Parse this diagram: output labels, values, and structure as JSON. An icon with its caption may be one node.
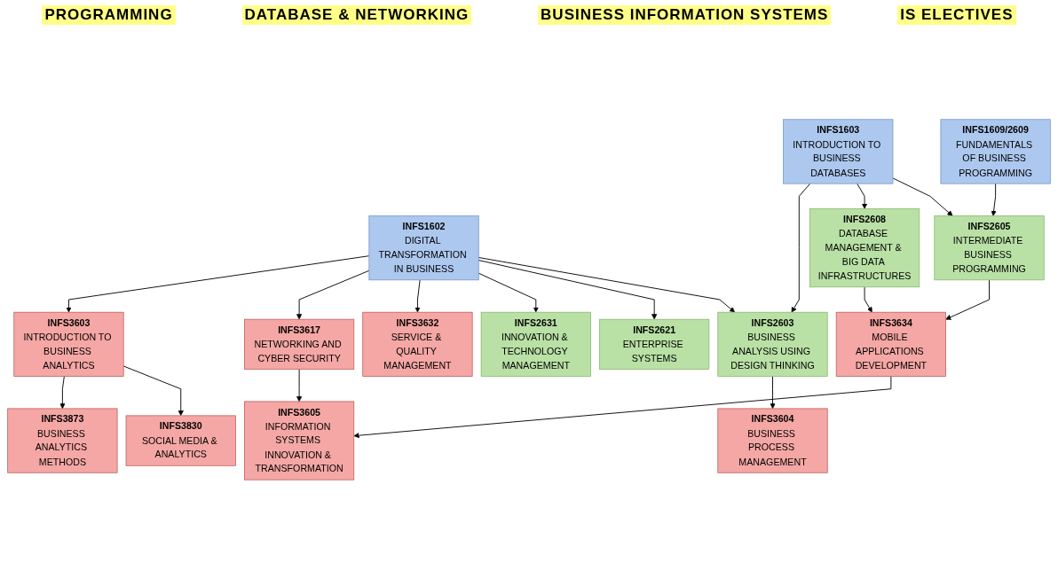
{
  "diagram": {
    "nodes": [
      {
        "text": [
          "INFS1609/2609",
          "FUNDAMENTALS OF BUSINESS PROGRAMMING"
        ]
      },
      {
        "text": [
          "INFS1603",
          "INTRODUCTION TO BUSINESS DATABASES"
        ]
      },
      {
        "text": [
          "INFS1602",
          "DIGITAL TRANSFORMATION IN BUSINESS"
        ]
      },
      {
        "text": [
          "INFS2631",
          "INNOVATION & TECHNOLOGY MANAGEMENT"
        ]
      },
      {
        "text": [
          "INFS2605",
          "INTERMEDIATE BUSINESS PROGRAMMING"
        ]
      },
      {
        "text": [
          "INFS2608",
          "DATABASE MANAGEMENT & BIG DATA INFRASTRUCTURES"
        ]
      },
      {
        "text": [
          "INFS2603",
          "BUSINESS ANALYSIS USING DESIGN THINKING"
        ]
      },
      {
        "text": [
          "INFS2621",
          "ENTERPRISE SYSTEMS"
        ]
      },
      {
        "text": [
          "INFS3632",
          "SERVICE & QUALITY MANAGEMENT"
        ]
      },
      {
        "text": [
          "INFS3634",
          "MOBILE APPLICATIONS DEVELOPMENT"
        ]
      },
      {
        "text": [
          "INFS3617",
          "NETWORKING AND CYBER SECURITY"
        ]
      },
      {
        "text": [
          "INFS3604",
          "BUSINESS PROCESS MANAGEMENT"
        ]
      },
      {
        "text": [
          "INFS3603",
          "INTRODUCTION TO BUSINESS ANALYTICS"
        ]
      },
      {
        "text": [
          "INFS3830",
          "SOCIAL MEDIA & ANALYTICS"
        ]
      },
      {
        "text": [
          "INFS3605",
          "INFORMATION SYSTEMS INNOVATION & TRANSFORMATION"
        ]
      },
      {
        "text": [
          "INFS3873",
          "BUSINESS ANALYTICS METHODS"
        ]
      }
    ],
    "edges": [
      {
        "from": 0,
        "to": 4,
        "arrow": "to"
      },
      {
        "from": 1,
        "to": 4,
        "arrow": "to"
      },
      {
        "from": 1,
        "to": 5,
        "arrow": "to"
      },
      {
        "from": 1,
        "to": 6,
        "arrow": "to"
      },
      {
        "from": 2,
        "to": 6,
        "arrow": "to"
      },
      {
        "from": 2,
        "to": 7,
        "arrow": "to"
      },
      {
        "from": 2,
        "to": 3,
        "arrow": "to"
      },
      {
        "from": 2,
        "to": 8,
        "arrow": "to"
      },
      {
        "from": 2,
        "to": 10,
        "arrow": "to"
      },
      {
        "from": 2,
        "to": 12,
        "arrow": "to"
      },
      {
        "from": 4,
        "to": 9,
        "arrow": "to"
      },
      {
        "from": 5,
        "to": 9,
        "arrow": "to"
      },
      {
        "from": 6,
        "to": 11,
        "arrow": "to"
      },
      {
        "from": 12,
        "to": 13,
        "arrow": "to"
      },
      {
        "from": 12,
        "to": 15,
        "arrow": "to"
      },
      {
        "from": 9,
        "to": 14,
        "arrow": "to"
      },
      {
        "from": 10,
        "to": 14,
        "arrow": "to"
      }
    ],
    "labels": [
      "PROGRAMMING",
      "DATABASE & NETWORKING",
      "BUSINESS INFORMATION SYSTEMS",
      "IS ELECTIVES"
    ]
  }
}
